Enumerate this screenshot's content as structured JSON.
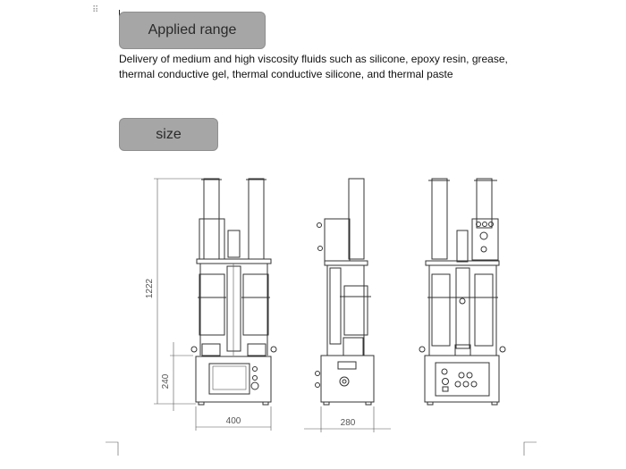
{
  "sections": {
    "applied_range": {
      "title": "Applied range",
      "description": "Delivery of medium and high viscosity fluids such as silicone, epoxy resin, grease, thermal conductive gel, thermal conductive silicone, and thermal paste"
    },
    "size": {
      "title": "size",
      "dimensions": {
        "height": "1222",
        "base_height": "240",
        "width": "400",
        "depth": "280"
      }
    }
  },
  "icons": {
    "drag_handle": "drag-handle-icon"
  }
}
